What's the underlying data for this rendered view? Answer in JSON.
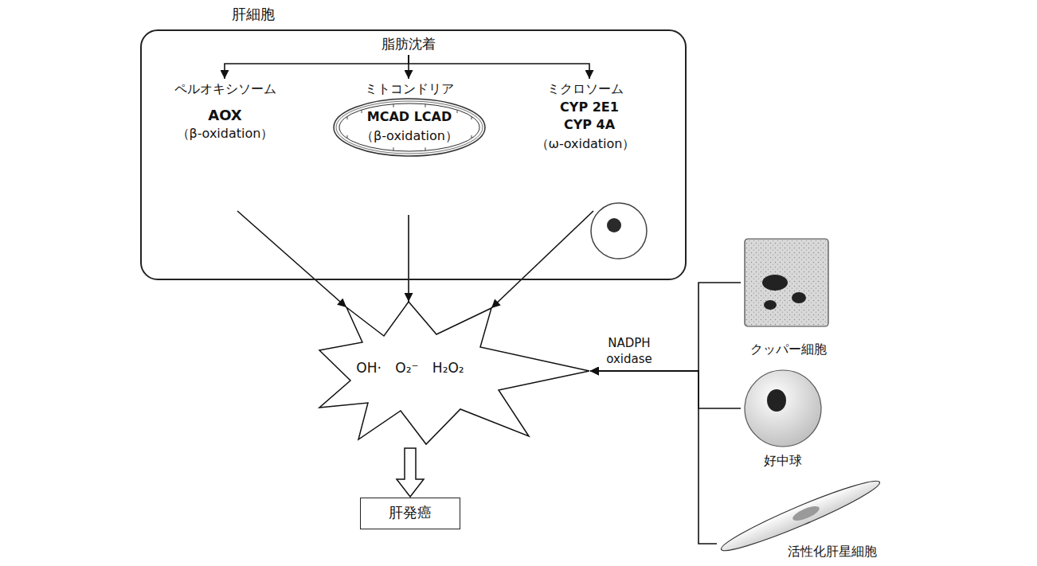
{
  "diagram": {
    "nodes": [
      {
        "text": [
          "肝細胞"
        ]
      },
      {
        "text": [
          "脂肪沈着"
        ],
        "in": 0
      },
      {
        "text": [
          "ペルオキシソーム",
          "AOX",
          "（β-oxidation）"
        ],
        "in": 0
      },
      {
        "text": [
          "ミトコンドリア",
          "MCAD LCAD",
          "（β-oxidation）"
        ],
        "in": 0
      },
      {
        "text": [
          "ミクロソーム",
          "CYP 2E1 CYP 4A",
          "（ω-oxidation）"
        ],
        "in": 0
      },
      {
        "text": [
          "OH· O₂⁻ H₂O₂"
        ]
      },
      {
        "text": [
          "肝発癌"
        ]
      },
      {
        "text": [
          "クッパー細胞"
        ]
      },
      {
        "text": [
          "好中球"
        ]
      },
      {
        "text": [
          "活性化肝星細胞"
        ]
      }
    ],
    "edges": [
      {
        "from": 1,
        "to": 2,
        "arrow": "to"
      },
      {
        "from": 1,
        "to": 3,
        "arrow": "to"
      },
      {
        "from": 1,
        "to": 4,
        "arrow": "to"
      },
      {
        "from": 2,
        "to": 5,
        "arrow": "to"
      },
      {
        "from": 3,
        "to": 5,
        "arrow": "to"
      },
      {
        "from": 4,
        "to": 5,
        "arrow": "to"
      },
      {
        "from": 5,
        "to": 6,
        "arrow": "to"
      },
      {
        "from": 7,
        "to": 5,
        "arrow": "to"
      },
      {
        "from": 8,
        "to": 5,
        "label": "NADPH oxidase",
        "arrow": "to"
      },
      {
        "from": 9,
        "to": 5,
        "arrow": "to"
      }
    ]
  }
}
